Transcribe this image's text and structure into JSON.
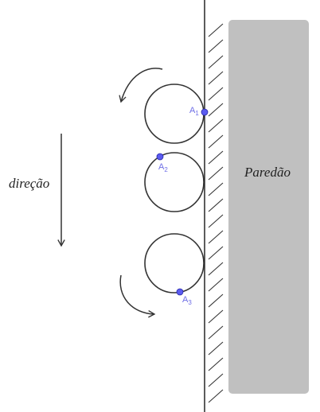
{
  "labels": {
    "wall": "Paredão",
    "direction": "direção"
  },
  "points": [
    {
      "letter": "A",
      "sub": "1"
    },
    {
      "letter": "A",
      "sub": "2"
    },
    {
      "letter": "A",
      "sub": "3"
    }
  ],
  "colors": {
    "stroke": "#333333",
    "wall_fill": "#c0c0c0",
    "point": "#5b5bf0",
    "point_label": "#6f6fe6"
  }
}
